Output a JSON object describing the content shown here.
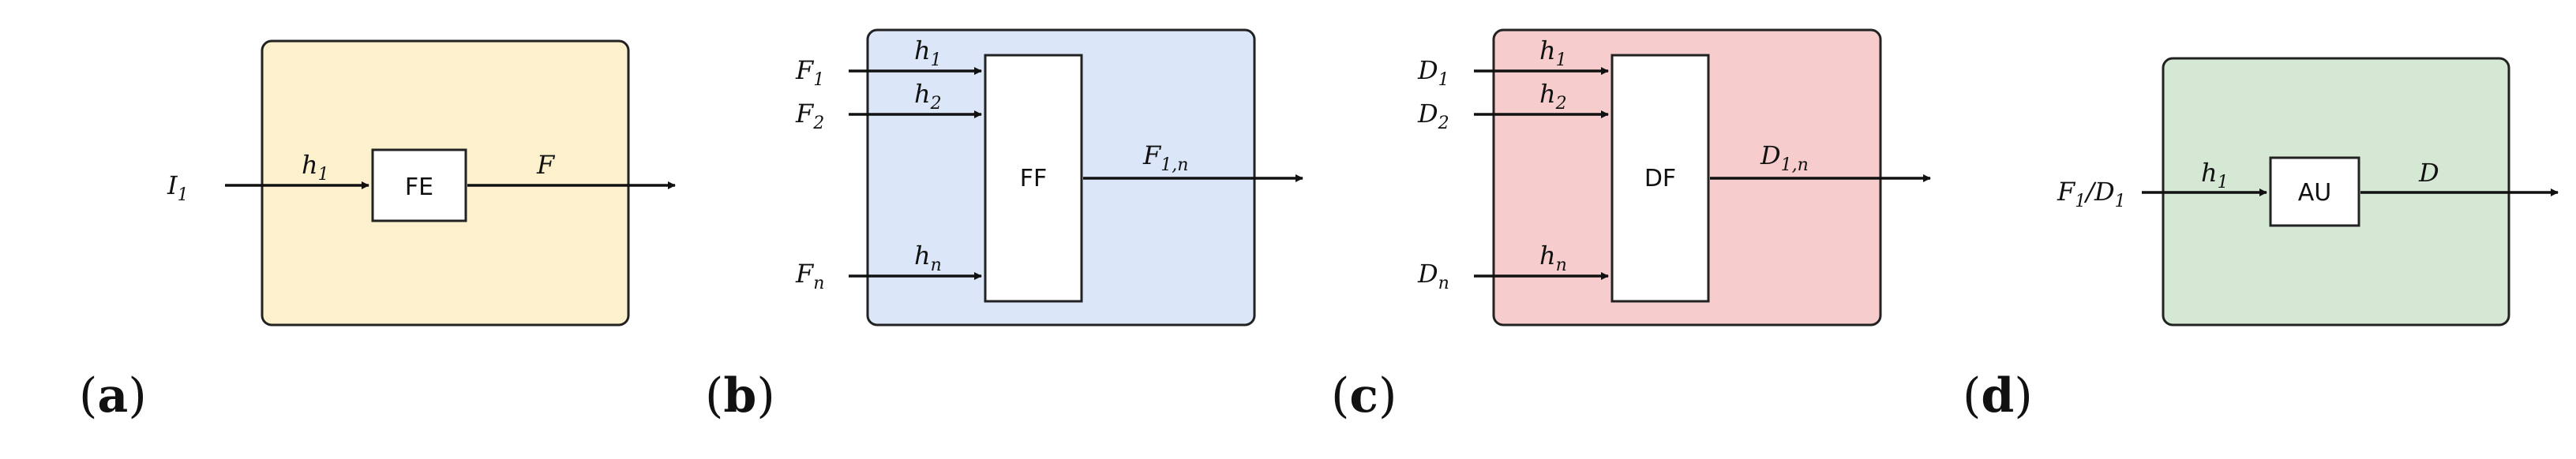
{
  "colors": {
    "panel_a": "#fdf1cd",
    "panel_b": "#dbe7f8",
    "panel_c": "#f6cccc",
    "panel_d": "#d5e8d4",
    "stroke": "#222222"
  },
  "panels": {
    "a": {
      "caption": "a",
      "block": "FE",
      "input": {
        "base": "I",
        "sub": "1"
      },
      "hidden": {
        "base": "h",
        "sub": "1"
      },
      "output": {
        "base": "F",
        "sub": ""
      }
    },
    "b": {
      "caption": "b",
      "block": "FF",
      "inputs": [
        {
          "base": "F",
          "sub": "1"
        },
        {
          "base": "F",
          "sub": "2"
        },
        {
          "base": "F",
          "sub": "n"
        }
      ],
      "hiddens": [
        {
          "base": "h",
          "sub": "1"
        },
        {
          "base": "h",
          "sub": "2"
        },
        {
          "base": "h",
          "sub": "n"
        }
      ],
      "output": {
        "base": "F",
        "sub": "1,n"
      }
    },
    "c": {
      "caption": "c",
      "block": "DF",
      "inputs": [
        {
          "base": "D",
          "sub": "1"
        },
        {
          "base": "D",
          "sub": "2"
        },
        {
          "base": "D",
          "sub": "n"
        }
      ],
      "hiddens": [
        {
          "base": "h",
          "sub": "1"
        },
        {
          "base": "h",
          "sub": "2"
        },
        {
          "base": "h",
          "sub": "n"
        }
      ],
      "output": {
        "base": "D",
        "sub": "1,n"
      }
    },
    "d": {
      "caption": "d",
      "block": "AU",
      "input": {
        "base1": "F",
        "sub1": "1",
        "sep": "/",
        "base2": "D",
        "sub2": "1"
      },
      "hidden": {
        "base": "h",
        "sub": "1"
      },
      "output": {
        "base": "D",
        "sub": ""
      }
    }
  }
}
